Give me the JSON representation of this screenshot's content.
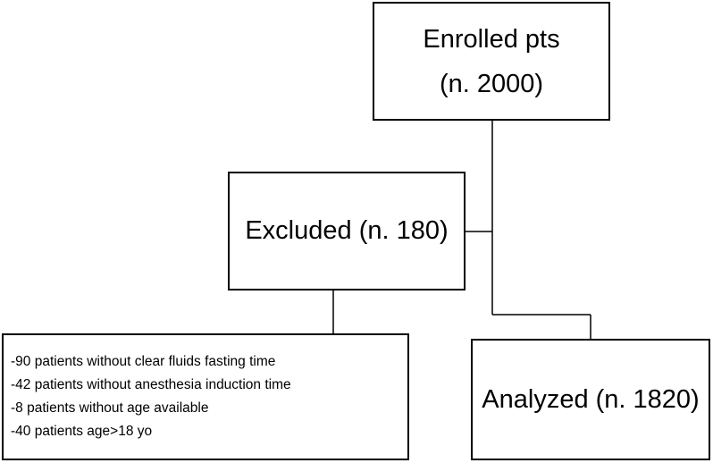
{
  "boxes": {
    "enrolled": {
      "line1": "Enrolled pts",
      "line2": "(n. 2000)"
    },
    "excluded": {
      "label": "Excluded (n. 180)"
    },
    "exclusion_reasons": [
      "-90 patients without clear fluids fasting time",
      "-42 patients without anesthesia induction time",
      "-8 patients without age available",
      "-40 patients age>18 yo"
    ],
    "analyzed": {
      "label": "Analyzed (n. 1820)"
    }
  },
  "colors": {
    "line": "#000000",
    "box_fill": "#ffffff"
  }
}
